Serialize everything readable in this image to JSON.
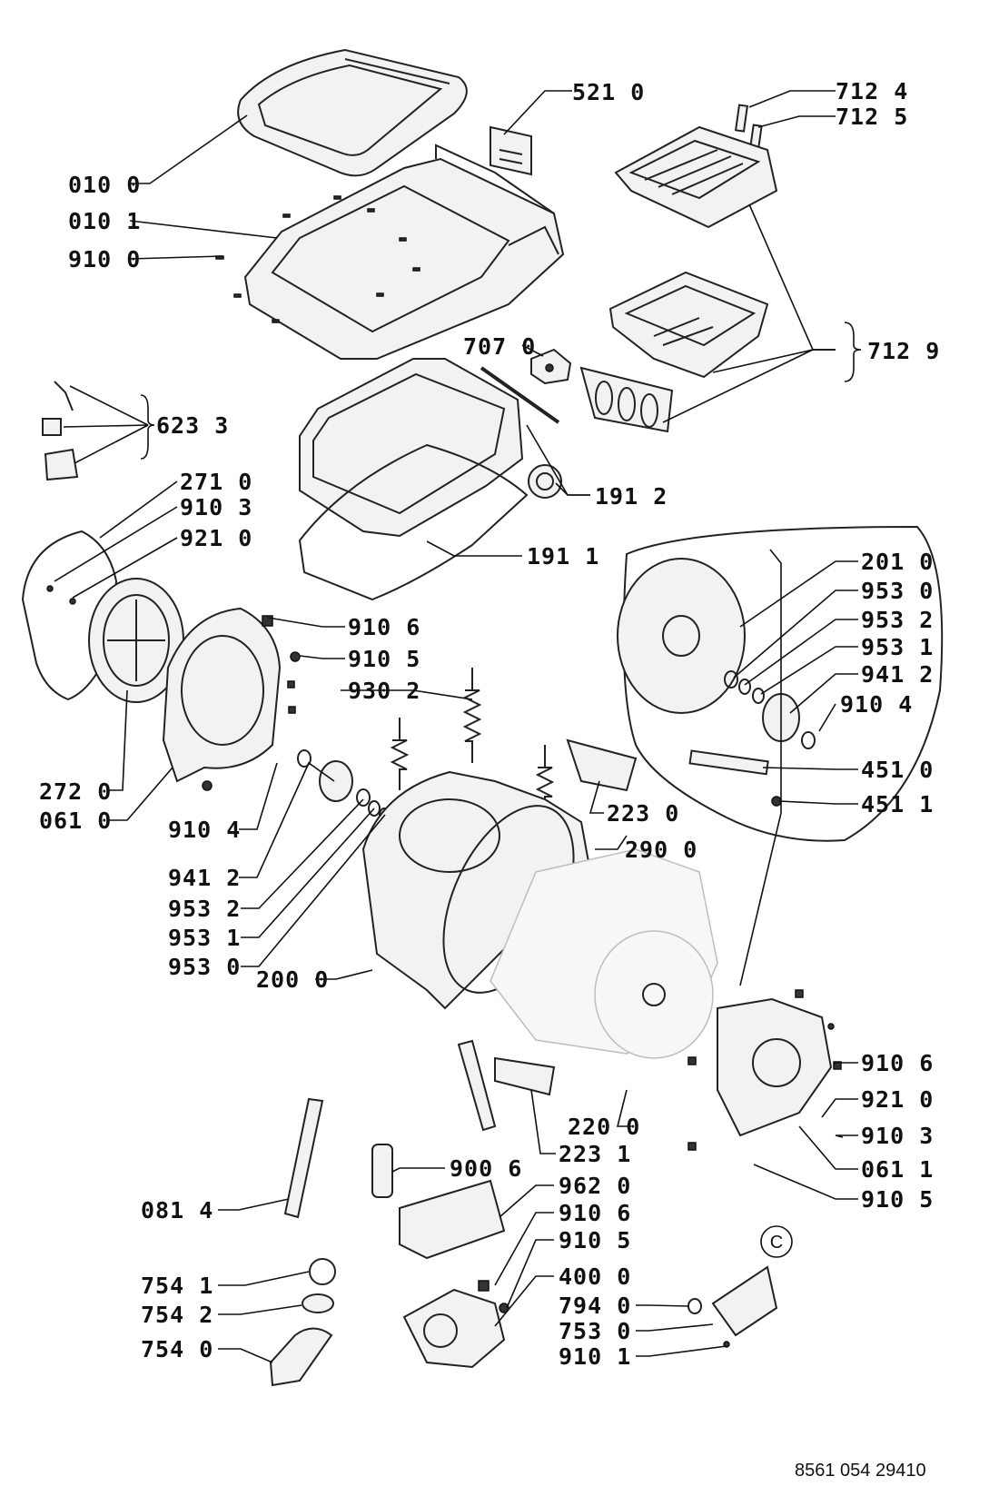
{
  "labels": {
    "l0100": "010 0",
    "l0101": "010 1",
    "l9100": "910 0",
    "l5210": "521 0",
    "l7124": "712 4",
    "l7125": "712 5",
    "l7070": "707 0",
    "l7129": "712 9",
    "l6233": "623 3",
    "l2710": "271 0",
    "l9103a": "910 3",
    "l9210a": "921 0",
    "l1912": "191 2",
    "l1911": "191 1",
    "l2010": "201 0",
    "l9530a": "953 0",
    "l9532a": "953 2",
    "l9531a": "953 1",
    "l9412a": "941 2",
    "l9104a": "910 4",
    "l4510": "451 0",
    "l4511": "451 1",
    "l9106a": "910 6",
    "l9105a": "910 5",
    "l9302": "930 2",
    "l2720": "272 0",
    "l0610": "061 0",
    "l9104b": "910 4",
    "l2230": "223 0",
    "l2900": "290 0",
    "l9412b": "941 2",
    "l9532b": "953 2",
    "l9531b": "953 1",
    "l9530b": "953 0",
    "l2000": "200 0",
    "l9106b": "910 6",
    "l9210b": "921 0",
    "l9103b": "910 3",
    "l2200": "220 0",
    "l0611": "061 1",
    "l2231": "223 1",
    "l9105b": "910 5",
    "l9006": "900 6",
    "l0814": "081 4",
    "l9620": "962 0",
    "l9106c": "910 6",
    "l7541": "754 1",
    "l9105c": "910 5",
    "l4000": "400 0",
    "l7542": "754 2",
    "l7940": "794 0",
    "l7540": "754 0",
    "l7530": "753 0",
    "l9101": "910 1",
    "markerC": "C"
  },
  "document_number": "8561 054 29410"
}
